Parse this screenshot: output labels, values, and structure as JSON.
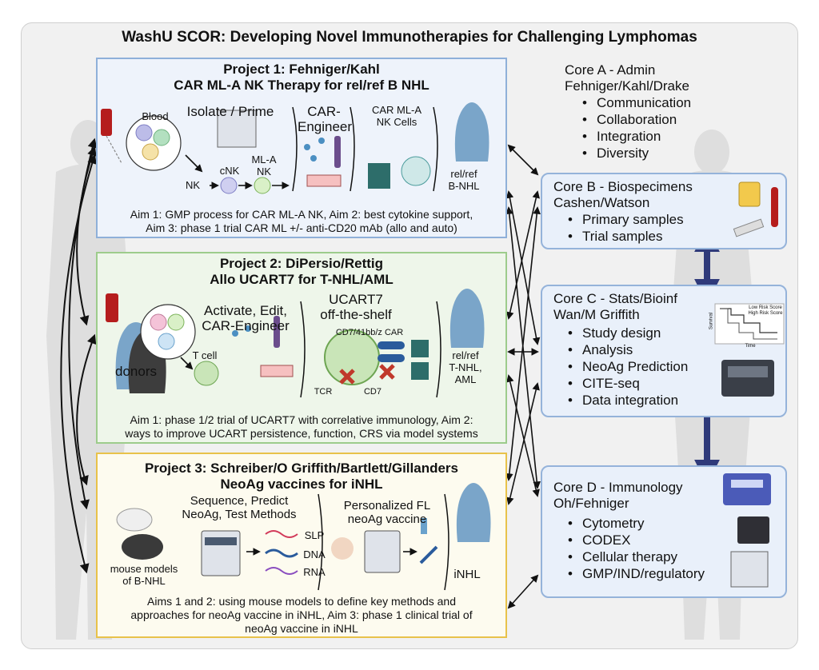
{
  "title": "WashU SCOR: Developing Novel Immunotherapies for Challenging Lymphomas",
  "project1": {
    "title1": "Project 1: Fehniger/Kahl",
    "title2": "CAR ML-A NK Therapy for rel/ref B NHL",
    "blood": "Blood",
    "isolate": "Isolate / Prime",
    "cnk": "cNK",
    "mlank": "ML-A\nNK",
    "nk": "NK",
    "car_engineer": "CAR-\nEngineer",
    "car_mla_cells": "CAR ML-A\nNK Cells",
    "relref": "rel/ref\nB-NHL",
    "aim": "Aim 1: GMP process for CAR ML-A NK, Aim 2: best cytokine support,\nAim 3: phase 1 trial CAR ML +/- anti-CD20 mAb (allo and auto)"
  },
  "project2": {
    "title1": "Project 2: DiPersio/Rettig",
    "title2": "Allo UCART7 for T-NHL/AML",
    "activate": "Activate, Edit,\nCAR-Engineer",
    "ucart": "UCART7\noff-the-shelf",
    "car_label": "CD7/41bb/z CAR",
    "tcr": "TCR",
    "cd7": "CD7",
    "tcell": "T cell",
    "donors": "donors",
    "relref": "rel/ref\nT-NHL,\nAML",
    "aim": "Aim 1: phase 1/2 trial of UCART7 with correlative immunology, Aim 2:\nways to improve UCART persistence, function, CRS via model systems"
  },
  "project3": {
    "title1": "Project 3: Schreiber/O Griffith/Bartlett/Gillanders",
    "title2": "NeoAg vaccines for iNHL",
    "sequence": "Sequence, Predict\nNeoAg, Test Methods",
    "personalized": "Personalized FL\nneoAg vaccine",
    "slp": "SLP",
    "dna": "DNA",
    "rna": "RNA",
    "mouse": "mouse models\nof B-NHL",
    "inhl": "iNHL",
    "aim": "Aims 1 and 2: using mouse models to define key methods and\napproaches for neoAg vaccine in iNHL, Aim 3: phase 1 clinical trial of\nneoAg vaccine in iNHL"
  },
  "coreA": {
    "head1": "Core A - Admin",
    "head2": "Fehniger/Kahl/Drake",
    "items": [
      "Communication",
      "Collaboration",
      "Integration",
      "Diversity"
    ]
  },
  "coreB": {
    "head1": "Core B - Biospecimens",
    "head2": "Cashen/Watson",
    "items": [
      "Primary samples",
      "Trial samples"
    ]
  },
  "coreC": {
    "head1": "Core C - Stats/Bioinf",
    "head2": "Wan/M Griffith",
    "items": [
      "Study design",
      "Analysis",
      "NeoAg Prediction",
      "CITE-seq",
      "Data integration"
    ],
    "km_low": "Low Risk Score",
    "km_high": "High Risk Score",
    "km_x": "Time",
    "km_y": "Survival"
  },
  "coreD": {
    "head1": "Core D - Immunology",
    "head2": "Oh/Fehniger",
    "items": [
      "Cytometry",
      "CODEX",
      "Cellular therapy",
      "GMP/IND/regulatory"
    ]
  },
  "colors": {
    "p1_fill": "#eef3fb",
    "p1_border": "#8fb0d9",
    "p2_fill": "#eef6ea",
    "p2_border": "#9dcc8c",
    "p3_fill": "#fdfbef",
    "p3_border": "#e8c24a",
    "core_fill": "#e9f0fa",
    "core_border": "#95b3da",
    "arrow_navy": "#2f3a7a"
  }
}
